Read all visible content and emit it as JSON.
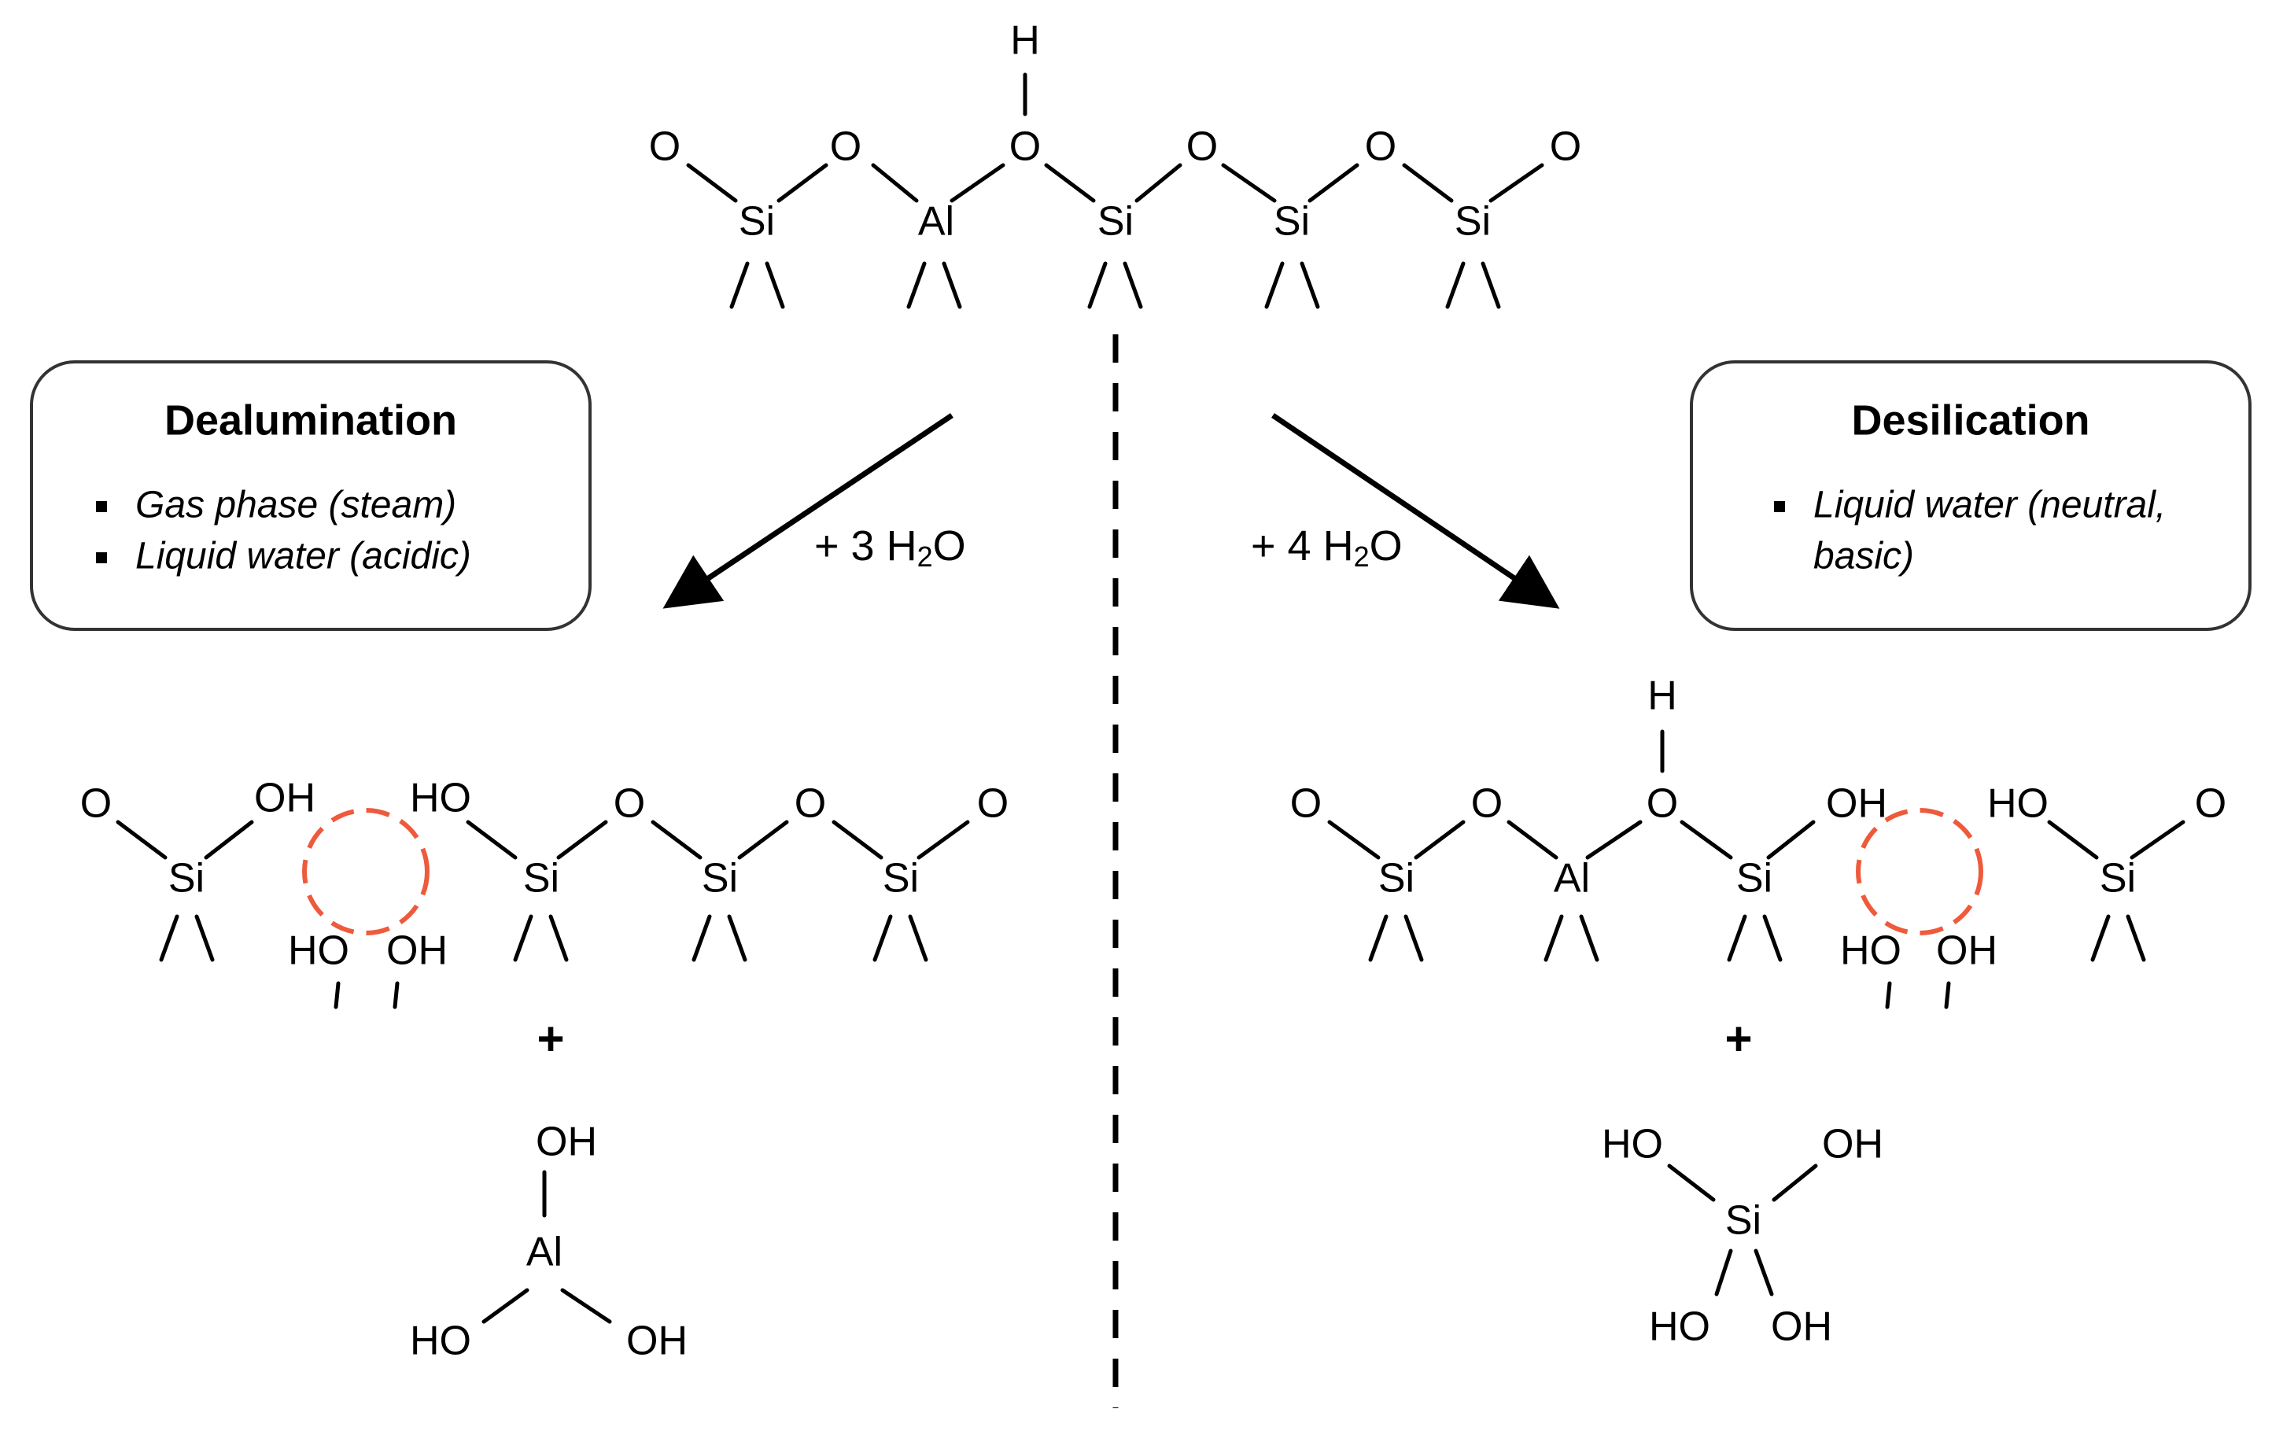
{
  "diagram": {
    "atoms": {
      "o": "O",
      "si": "Si",
      "al": "Al",
      "h": "H",
      "oh": "OH",
      "ho": "HO"
    },
    "plus": "+",
    "dealumination": {
      "title": "Dealumination",
      "items": [
        "Gas phase (steam)",
        "Liquid water (acidic)"
      ],
      "water": {
        "prefix": "+ 3 H",
        "sub": "2",
        "suffix": "O"
      }
    },
    "desilication": {
      "title": "Desilication",
      "items": [
        "Liquid water (neutral,",
        "basic)"
      ],
      "water": {
        "prefix": "+ 4 H",
        "sub": "2",
        "suffix": "O"
      }
    },
    "colors": {
      "ink": "#000000",
      "vacancy": "#ee5a3c",
      "box_border": "#333333"
    }
  }
}
